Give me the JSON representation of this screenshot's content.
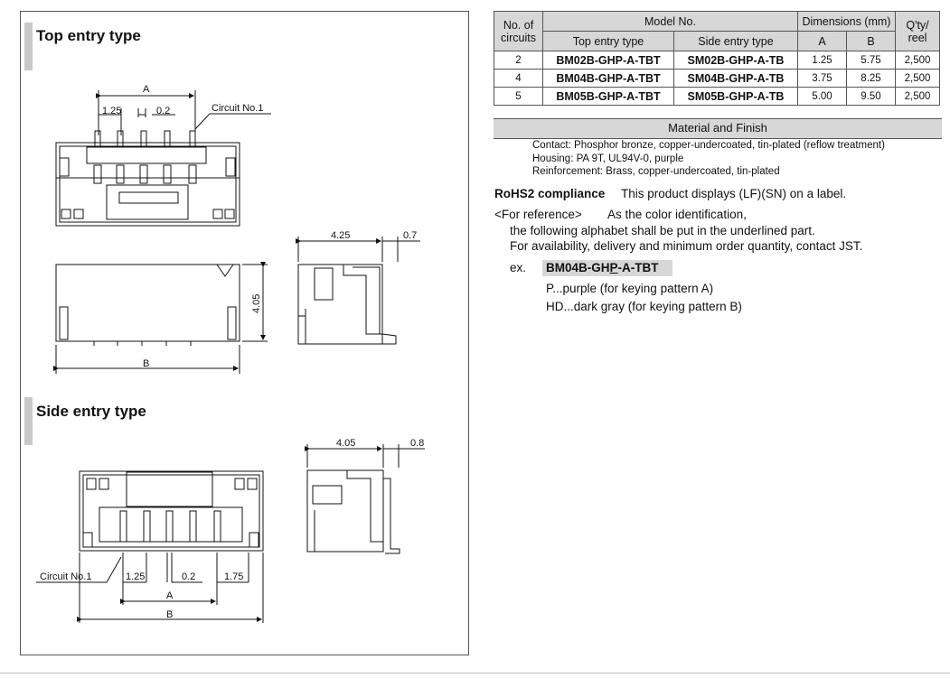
{
  "left_panel": {
    "top_title": "Top entry type",
    "side_title": "Side entry type",
    "top_labels": {
      "A": "A",
      "pitch": "1.25",
      "width": "0.2",
      "circuit": "Circuit No.1",
      "B": "B",
      "height": "4.05",
      "depth": "4.25",
      "offset": "0.7"
    },
    "side_labels": {
      "depth": "4.05",
      "offset": "0.8",
      "circuit": "Circuit No.1",
      "pitch": "1.25",
      "width": "0.2",
      "edge": "1.75",
      "A": "A",
      "B": "B"
    }
  },
  "table": {
    "h_circuits": "No. of circuits",
    "h_model": "Model No.",
    "h_dims": "Dimensions (mm)",
    "h_qty": "Q'ty/ reel",
    "h_top": "Top entry type",
    "h_side": "Side entry type",
    "h_A": "A",
    "h_B": "B",
    "rows": [
      {
        "n": "2",
        "top": "BM02B-GHP-A-TBT",
        "side": "SM02B-GHP-A-TB",
        "a": "1.25",
        "b": "5.75",
        "q": "2,500"
      },
      {
        "n": "4",
        "top": "BM04B-GHP-A-TBT",
        "side": "SM04B-GHP-A-TB",
        "a": "3.75",
        "b": "8.25",
        "q": "2,500"
      },
      {
        "n": "5",
        "top": "BM05B-GHP-A-TBT",
        "side": "SM05B-GHP-A-TB",
        "a": "5.00",
        "b": "9.50",
        "q": "2,500"
      }
    ]
  },
  "material": {
    "header": "Material and Finish",
    "contact": "Contact: Phosphor bronze, copper-undercoated, tin-plated (reflow treatment)",
    "housing": "Housing: PA 9T, UL94V-0, purple",
    "reinforcement": "Reinforcement: Brass, copper-undercoated, tin-plated"
  },
  "notes": {
    "rohs_label": "RoHS2 compliance",
    "rohs_text": "This product displays (LF)(SN) on a label.",
    "ref_label": "<For reference>",
    "ref_text": "As the color identification,",
    "ref_line2": "the following alphabet shall be put in the underlined part.",
    "ref_line3": "For availability, delivery and minimum order quantity, contact JST.",
    "ex_label": "ex.",
    "ex_pre": "BM04B-GH",
    "ex_u": "P",
    "ex_post": "-A-TBT",
    "p_line": "P...purple (for keying pattern A)",
    "hd_line": "HD...dark gray (for keying pattern B)"
  }
}
